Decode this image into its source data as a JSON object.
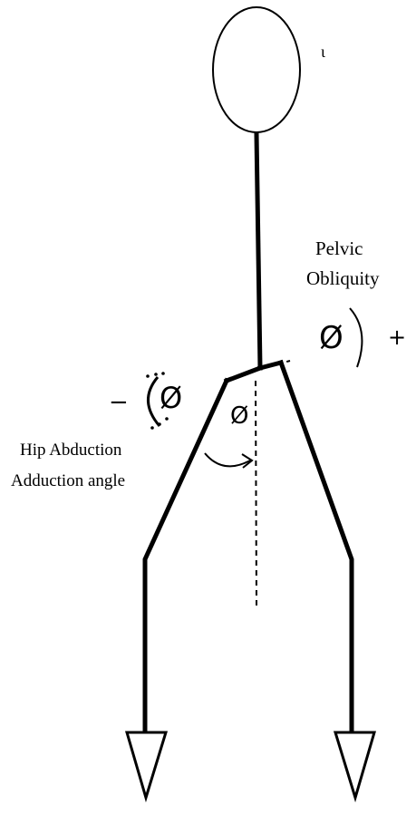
{
  "labels": {
    "pelvic_line1": "Pelvic",
    "pelvic_line2": "Obliquity",
    "plus_sign": "+",
    "minus_sign": "−",
    "theta_right": "Ø",
    "theta_left": "Ø",
    "phi_center": "Ø",
    "hip_line1": "Hip Abduction",
    "hip_line2": "Adduction angle",
    "stray_mark": "ι"
  },
  "colors": {
    "stroke": "#000000",
    "background": "#ffffff"
  }
}
